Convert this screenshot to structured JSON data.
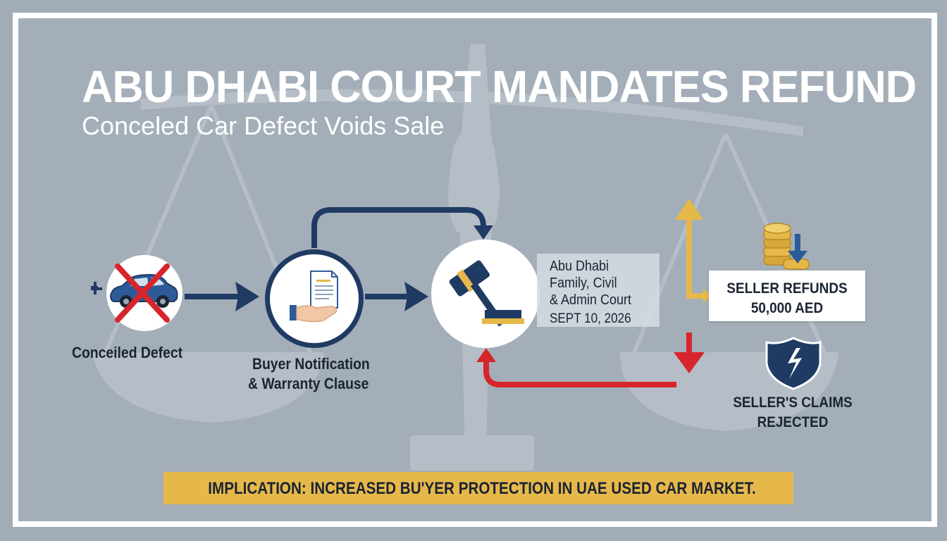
{
  "header": {
    "title": "ABU DHABI COURT MANDATES REFUND",
    "subtitle": "Conceled Car Defect Voids Sale"
  },
  "steps": [
    {
      "label": "Conceiled Defect",
      "icon": "crossed-car-icon"
    },
    {
      "label_line1": "Buyer Notification",
      "label_line2": "& Warranty Clause",
      "icon": "document-hand-icon"
    },
    {
      "label": "court",
      "icon": "gavel-icon"
    }
  ],
  "court": {
    "line1": "Abu Dhabi",
    "line2": "Family, Civil",
    "line3": "& Admin Court",
    "date": "SEPT 10, 2026"
  },
  "outcomes": {
    "refund_line1": "SELLER REFUNDS",
    "refund_line2": "50,000 AED",
    "claims_line1": "SELLER'S CLAIMS",
    "claims_line2": "REJECTED"
  },
  "banner": {
    "text": "IMPLICATION: INCREASED BU'YER PROTECTION IN UAE USED CAR MARKET."
  },
  "colors": {
    "navy": "#1f3b63",
    "red": "#d6262c",
    "gold": "#e6b84a",
    "background": "#a3aeb9"
  }
}
